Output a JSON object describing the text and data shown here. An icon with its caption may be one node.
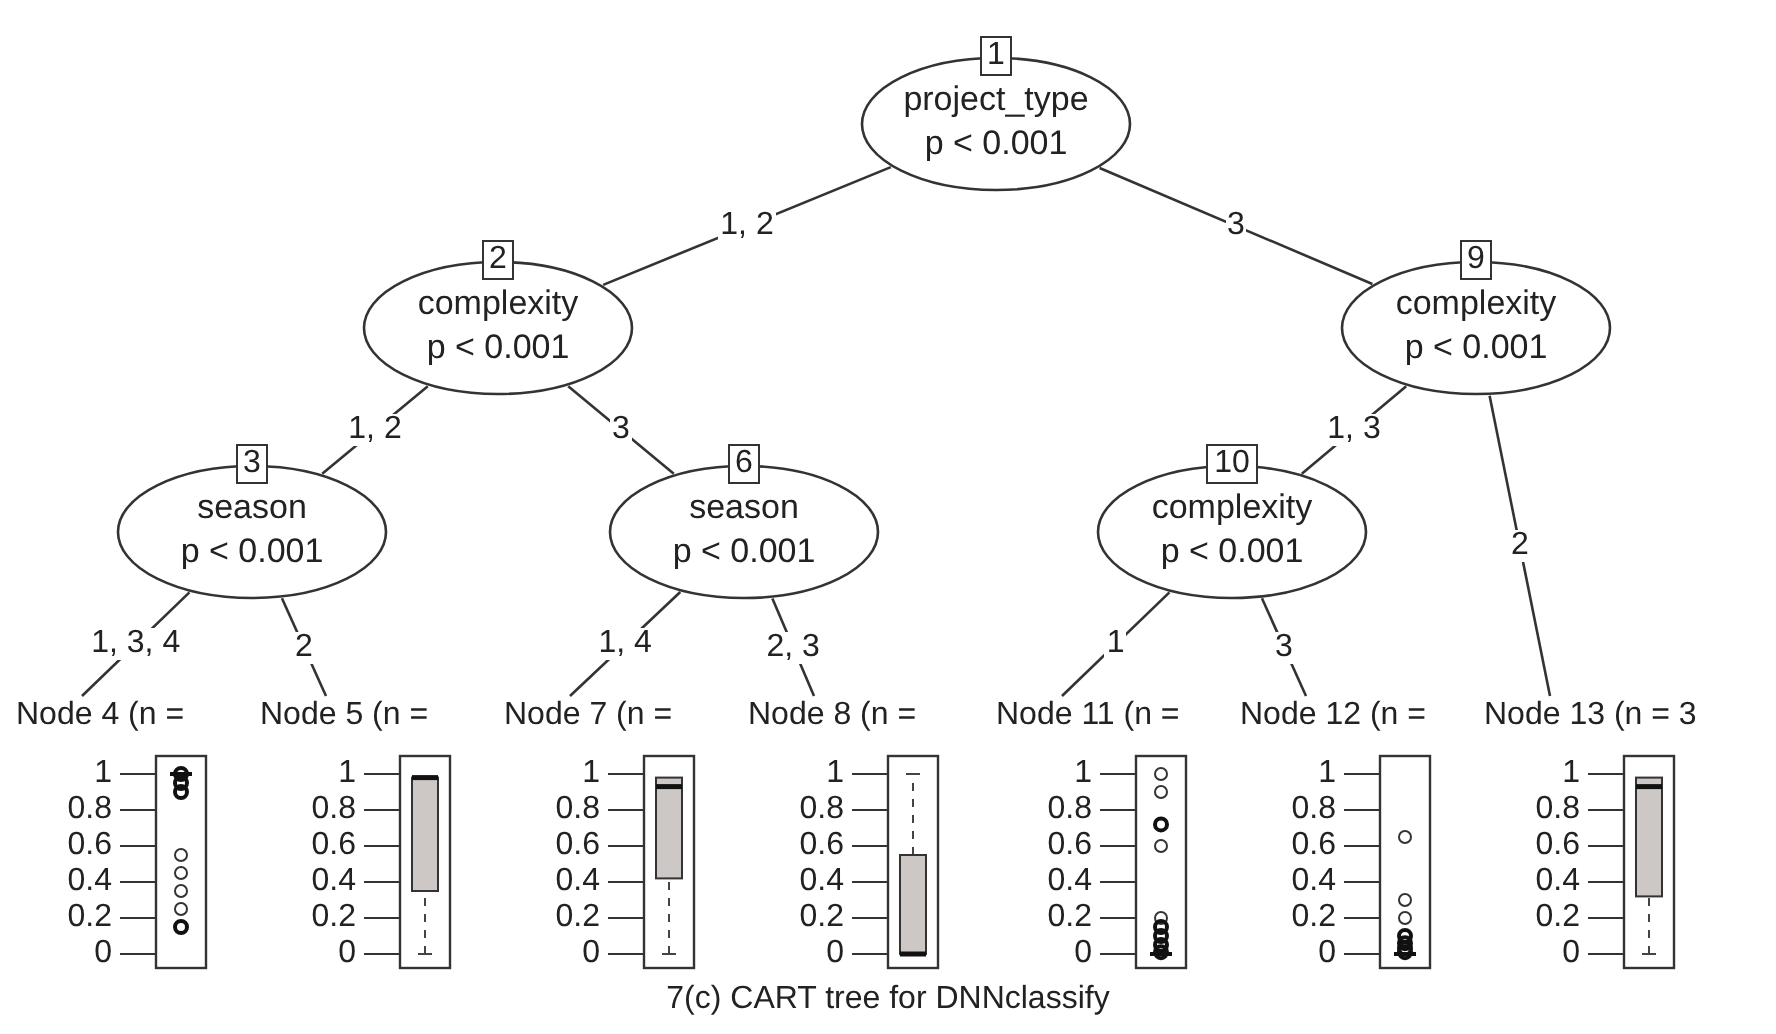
{
  "diagram": {
    "caption": "7(c) CART tree for DNNclassify",
    "nodes": [
      {
        "text": [
          "1",
          "project_type",
          "p < 0.001"
        ]
      },
      {
        "text": [
          "2",
          "complexity",
          "p < 0.001"
        ]
      },
      {
        "text": [
          "3",
          "season",
          "p < 0.001"
        ]
      },
      {
        "text": [
          "Node 4 (n ="
        ],
        "beside": [
          "1",
          "0.8",
          "0.6",
          "0.4",
          "0.2",
          "0"
        ]
      },
      {
        "text": [
          "Node 5 (n ="
        ],
        "beside": [
          "1",
          "0.8",
          "0.6",
          "0.4",
          "0.2",
          "0"
        ]
      },
      {
        "text": [
          "6",
          "season",
          "p < 0.001"
        ]
      },
      {
        "text": [
          "Node 7 (n ="
        ],
        "beside": [
          "1",
          "0.8",
          "0.6",
          "0.4",
          "0.2",
          "0"
        ]
      },
      {
        "text": [
          "Node 8 (n ="
        ],
        "beside": [
          "1",
          "0.8",
          "0.6",
          "0.4",
          "0.2",
          "0"
        ]
      },
      {
        "text": [
          "9",
          "complexity",
          "p < 0.001"
        ]
      },
      {
        "text": [
          "10",
          "complexity",
          "p < 0.001"
        ]
      },
      {
        "text": [
          "Node 11 (n ="
        ],
        "beside": [
          "1",
          "0.8",
          "0.6",
          "0.4",
          "0.2",
          "0"
        ]
      },
      {
        "text": [
          "Node 12 (n ="
        ],
        "beside": [
          "1",
          "0.8",
          "0.6",
          "0.4",
          "0.2",
          "0"
        ]
      },
      {
        "text": [
          "Node 13 (n = 3"
        ],
        "beside": [
          "1",
          "0.8",
          "0.6",
          "0.4",
          "0.2",
          "0"
        ]
      }
    ],
    "edges": [
      {
        "from": 0,
        "to": 1,
        "arrow": "none",
        "label": "1, 2"
      },
      {
        "from": 0,
        "to": 8,
        "arrow": "none",
        "label": "3"
      },
      {
        "from": 1,
        "to": 2,
        "arrow": "none",
        "label": "1, 2"
      },
      {
        "from": 1,
        "to": 5,
        "arrow": "none",
        "label": "3"
      },
      {
        "from": 2,
        "to": 3,
        "arrow": "none",
        "label": "1, 3, 4"
      },
      {
        "from": 2,
        "to": 4,
        "arrow": "none",
        "label": "2"
      },
      {
        "from": 5,
        "to": 6,
        "arrow": "none",
        "label": "1, 4"
      },
      {
        "from": 5,
        "to": 7,
        "arrow": "none",
        "label": "2, 3"
      },
      {
        "from": 8,
        "to": 9,
        "arrow": "none",
        "label": "1, 3"
      },
      {
        "from": 8,
        "to": 12,
        "arrow": "none",
        "label": "2"
      },
      {
        "from": 9,
        "to": 10,
        "arrow": "none",
        "label": "1"
      },
      {
        "from": 9,
        "to": 11,
        "arrow": "none",
        "label": "3"
      }
    ]
  }
}
